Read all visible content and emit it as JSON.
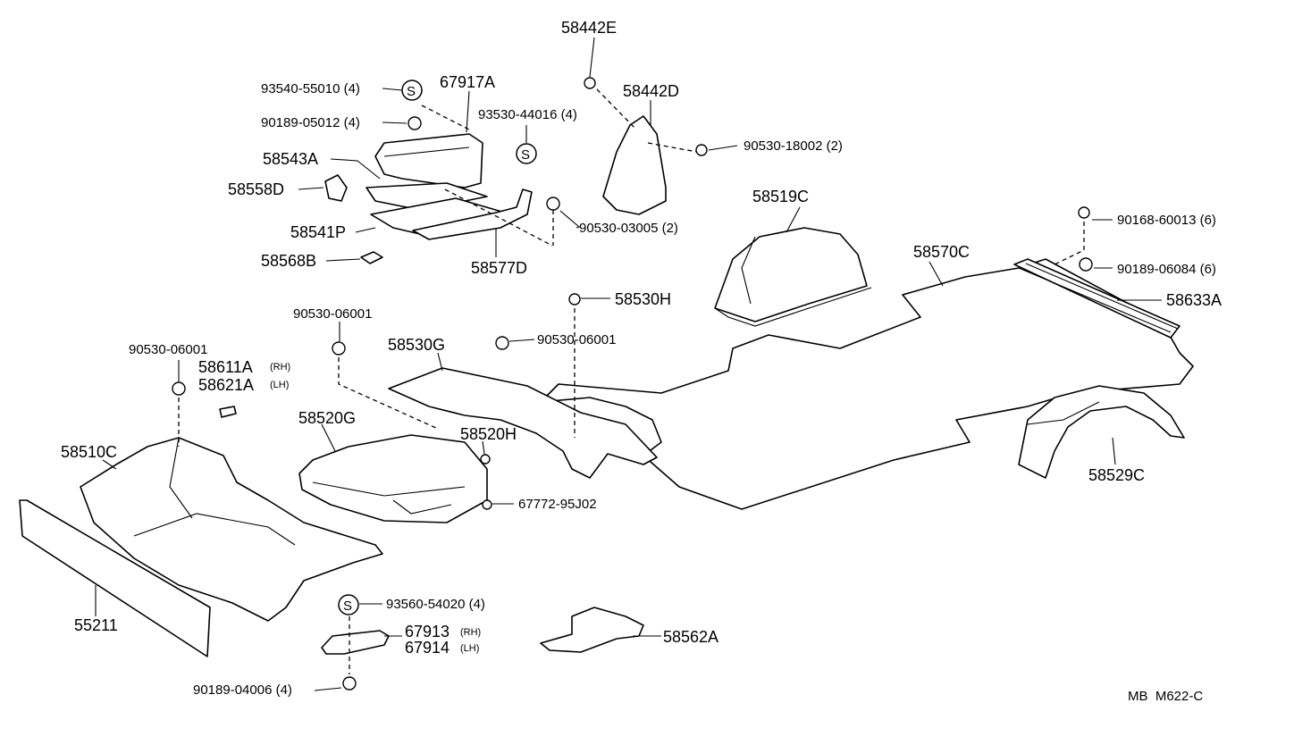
{
  "diagram": {
    "labels": {
      "p58442E": "58442E",
      "p58442D": "58442D",
      "p93540": "93540-55010 (4)",
      "p67917A": "67917A",
      "p90189_05012": "90189-05012 (4)",
      "p93530": "93530-44016 (4)",
      "p90530_18002": "90530-18002 (2)",
      "p58543A": "58543A",
      "p58558D": "58558D",
      "p58519C": "58519C",
      "p90168": "90168-60013 (6)",
      "p58541P": "58541P",
      "p90530_03005": "90530-03005 (2)",
      "p58570C": "58570C",
      "p90189_06084": "90189-06084 (6)",
      "p58568B": "58568B",
      "p58577D": "58577D",
      "p58530H": "58530H",
      "p58633A": "58633A",
      "p90530_06001_a": "90530-06001",
      "p90530_06001_b": "90530-06001",
      "p90530_06001_c": "90530-06001",
      "p58530G": "58530G",
      "p58611A": "58611A",
      "p58611A_sub": "(RH)",
      "p58621A": "58621A",
      "p58621A_sub": "(LH)",
      "p58520G": "58520G",
      "p58520H": "58520H",
      "p58510C": "58510C",
      "p58529C": "58529C",
      "p67772": "67772-95J02",
      "p93560": "93560-54020 (4)",
      "p55211": "55211",
      "p67913": "67913",
      "p67913_sub": "(RH)",
      "p67914": "67914",
      "p67914_sub": "(LH)",
      "p58562A": "58562A",
      "p90189_04006": "90189-04006 (4)",
      "footer": "MB  M622-C",
      "s_symbol": "S"
    }
  }
}
